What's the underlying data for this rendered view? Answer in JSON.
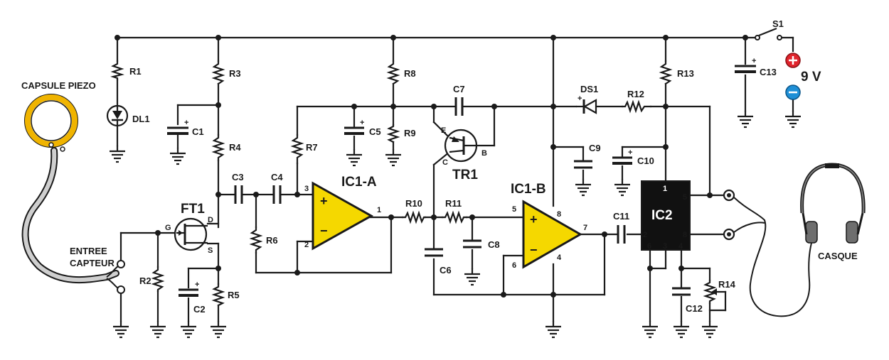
{
  "labels": {
    "piezo": "CAPSULE PIEZO",
    "entree": "ENTREE",
    "capteur": "CAPTEUR",
    "casque": "CASQUE",
    "voltage": "9 V",
    "ic1a": "IC1-A",
    "ic1b": "IC1-B",
    "ic2": "IC2",
    "ft1": "FT1",
    "tr1": "TR1"
  },
  "components": {
    "R1": "R1",
    "R2": "R2",
    "R3": "R3",
    "R4": "R4",
    "R5": "R5",
    "R6": "R6",
    "R7": "R7",
    "R8": "R8",
    "R9": "R9",
    "R10": "R10",
    "R11": "R11",
    "R12": "R12",
    "R13": "R13",
    "R14": "R14",
    "C1": "C1",
    "C2": "C2",
    "C3": "C3",
    "C4": "C4",
    "C5": "C5",
    "C6": "C6",
    "C7": "C7",
    "C8": "C8",
    "C9": "C9",
    "C10": "C10",
    "C11": "C11",
    "C12": "C12",
    "C13": "C13",
    "DL1": "DL1",
    "DS1": "DS1",
    "S1": "S1"
  },
  "pins": {
    "g": "G",
    "d": "D",
    "s": "S",
    "e": "E",
    "b": "B",
    "c": "C",
    "p1": "1",
    "p2": "2",
    "p3": "3",
    "p4": "4",
    "p5": "5",
    "p6": "6",
    "p7": "7",
    "p8": "8",
    "plus": "+",
    "minus": "−"
  },
  "colors": {
    "opamp_fill": "#f5d800",
    "piezo_ring": "#f0b400",
    "battery_plus": "#e0242c",
    "battery_minus": "#1e8fd6",
    "chip_fill": "#111111"
  }
}
